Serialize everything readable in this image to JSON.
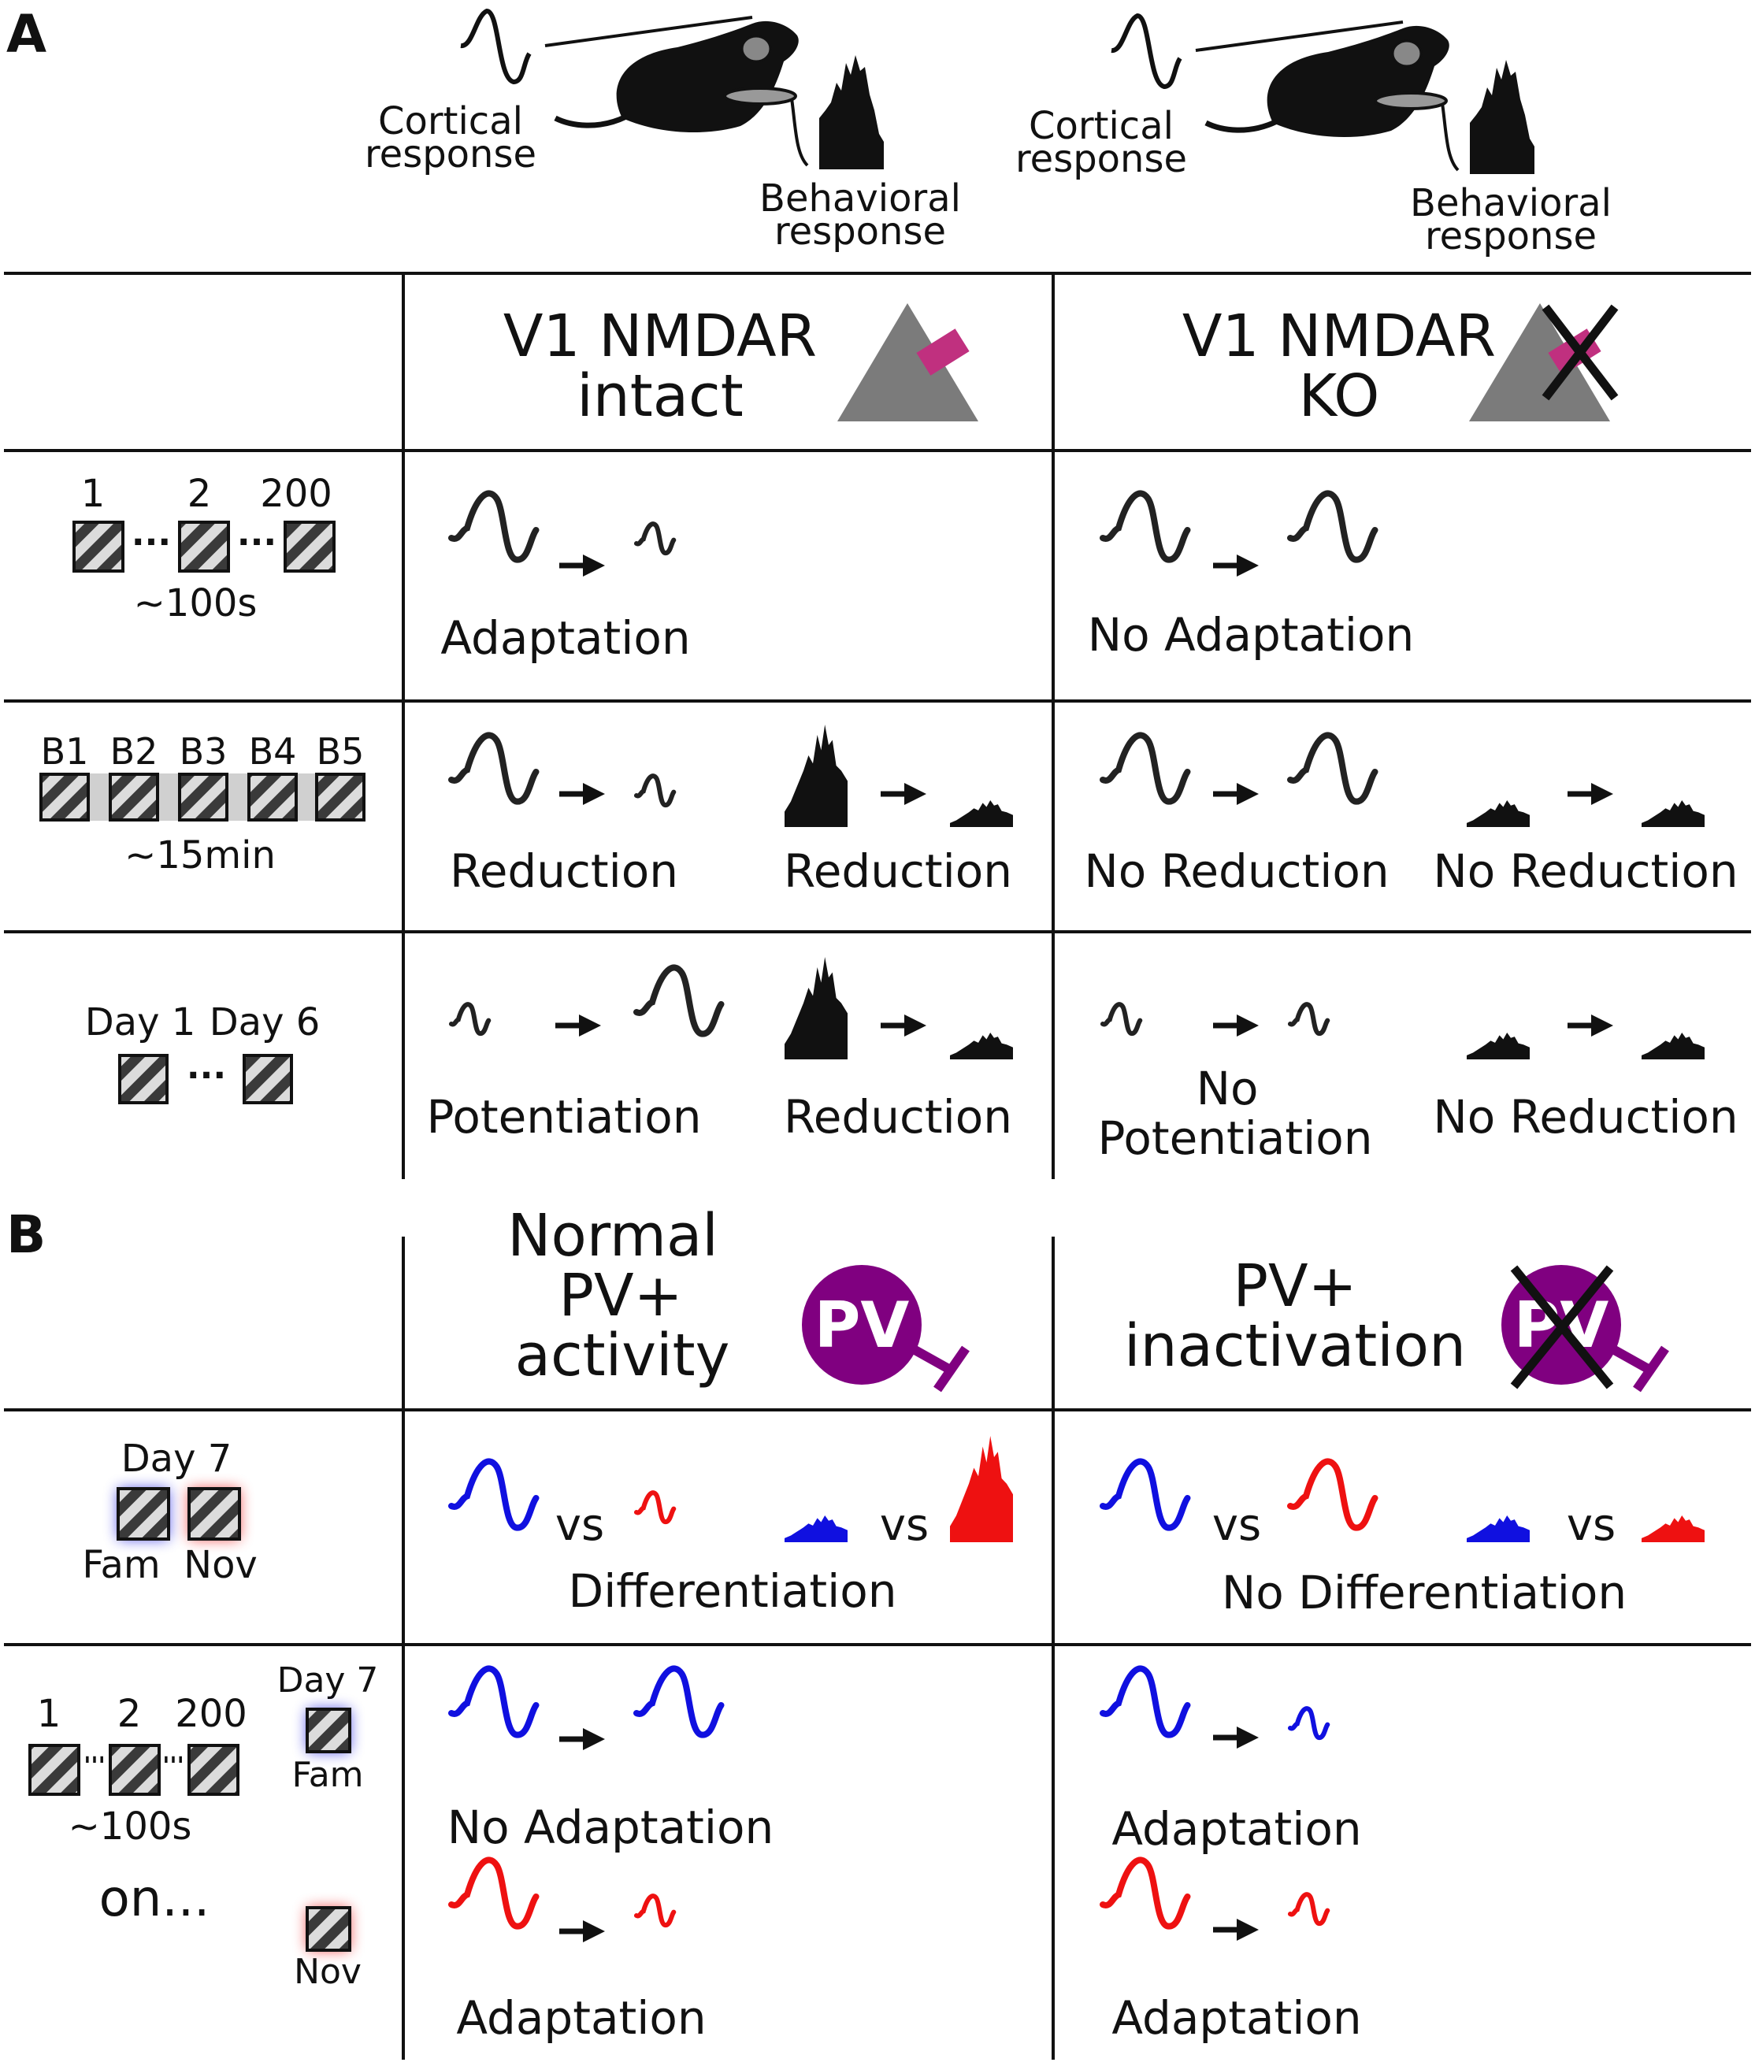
{
  "panel_a": {
    "label": "A",
    "illustration": {
      "cortical_line1": "Cortical",
      "cortical_line2": "response",
      "behavioral_line1": "Behavioral",
      "behavioral_line2": "response"
    },
    "columns": [
      {
        "line1": "V1 NMDAR",
        "line2": "intact"
      },
      {
        "line1": "V1 NMDAR",
        "line2": "KO"
      }
    ],
    "rows": [
      {
        "protocol": {
          "labels": [
            "1",
            "2",
            "200"
          ],
          "duration": "~100s"
        },
        "intact": {
          "text": "Adaptation"
        },
        "ko": {
          "text": "No Adaptation"
        }
      },
      {
        "protocol": {
          "labels": [
            "B1",
            "B2",
            "B3",
            "B4",
            "B5"
          ],
          "duration": "~15min"
        },
        "intact": {
          "cortical": "Reduction",
          "behavioral": "Reduction"
        },
        "ko": {
          "cortical": "No Reduction",
          "behavioral": "No Reduction"
        }
      },
      {
        "protocol": {
          "label_a": "Day 1",
          "label_b": "Day 6"
        },
        "intact": {
          "cortical": "Potentiation",
          "behavioral": "Reduction"
        },
        "ko": {
          "cortical_line1": "No",
          "cortical_line2": "Potentiation",
          "behavioral": "No Reduction"
        }
      }
    ]
  },
  "panel_b": {
    "label": "B",
    "columns": [
      {
        "line1": "Normal",
        "line2": "PV+",
        "line3": "activity",
        "icon_text": "PV"
      },
      {
        "line1": "PV+",
        "line2": "inactivation",
        "icon_text": "PV"
      }
    ],
    "row1": {
      "protocol": {
        "day": "Day 7",
        "fam": "Fam",
        "nov": "Nov"
      },
      "vs": "vs",
      "normal": "Differentiation",
      "inactivation": "No Differentiation"
    },
    "row2": {
      "protocol": {
        "labels": [
          "1",
          "2",
          "200"
        ],
        "duration": "~100s",
        "on": "on...",
        "day": "Day 7",
        "fam": "Fam",
        "nov": "Nov"
      },
      "normal": {
        "fam": "No Adaptation",
        "nov": "Adaptation"
      },
      "inactivation": {
        "fam": "Adaptation",
        "nov": "Adaptation"
      }
    }
  },
  "colors": {
    "familiar": "#1010e0",
    "novel": "#ee1111",
    "magenta": "#c0307f",
    "pv_purple": "#800080",
    "neuron_gray": "#7b7b7b",
    "divider": "#111111"
  }
}
